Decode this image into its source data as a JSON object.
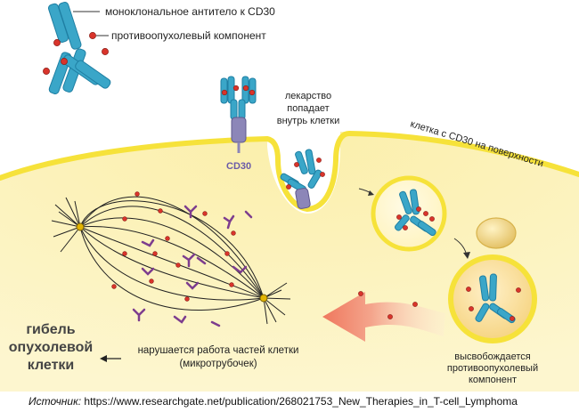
{
  "legend": {
    "antibody_label": "моноклональное антитело к CD30",
    "payload_label": "противоопухолевый компонент"
  },
  "labels": {
    "cd30": "CD30",
    "drug_enters_l1": "лекарство",
    "drug_enters_l2": "попадает",
    "drug_enters_l3": "внутрь клетки",
    "cell_surface": "клетка с CD30 на поверхности",
    "release_l1": "высвобождается",
    "release_l2": "противоопухолевый",
    "release_l3": "компонент",
    "disrupt_l1": "нарушается работа частей клетки",
    "disrupt_l2": "(микротрубочек)",
    "death_l1": "гибель",
    "death_l2": "опухолевой",
    "death_l3": "клетки"
  },
  "source": {
    "prefix": "Источник:",
    "url": "https://www.researchgate.net/publication/268021753_New_Therapies_in_T-cell_Lymphoma"
  },
  "colors": {
    "cell_fill": "#fbf0b0",
    "membrane": "#f6e23a",
    "antibody": "#3aa6c8",
    "antibody_dark": "#1f7fa3",
    "payload": "#d9342b",
    "cd30": "#8c86b8",
    "microtubule_marker": "#7d3d8e",
    "arrow": "#ef7d67",
    "death_text": "#444444"
  }
}
